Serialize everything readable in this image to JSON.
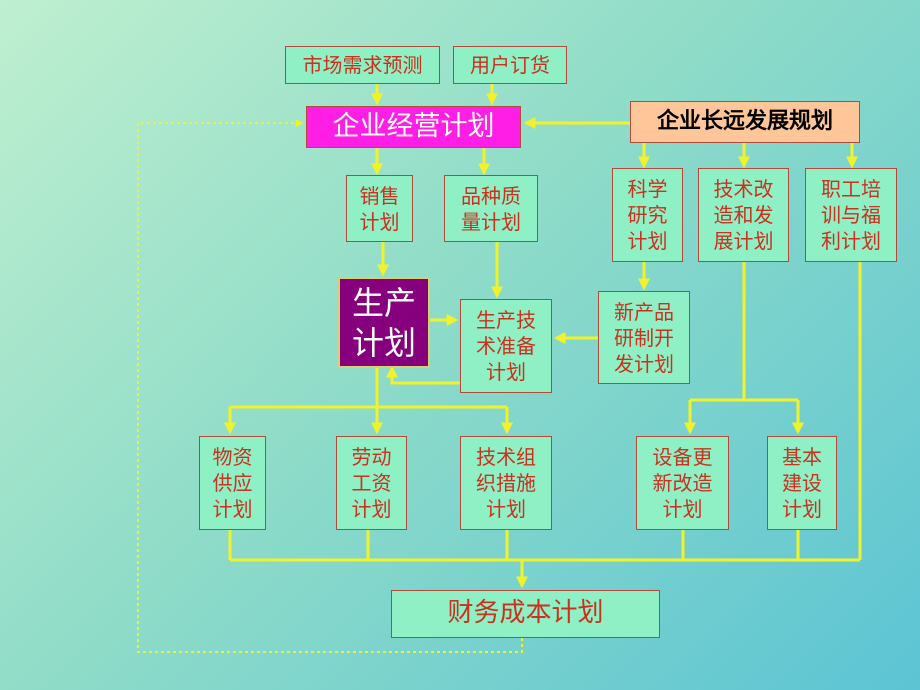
{
  "nodes": {
    "market_forecast": "市场需求预测",
    "user_orders": "用户订货",
    "business_plan": "企业经营计划",
    "long_term_plan": "企业长远发展规划",
    "sales_plan": "销售\n计划",
    "variety_quality_plan": "品种质\n量计划",
    "science_research_plan": "科学\n研究\n计划",
    "tech_renovation_plan": "技术改\n造和发\n展计划",
    "staff_training_plan": "职工培\n训与福\n利计划",
    "production_plan": "生产\n计划",
    "production_tech_prep": "生产技\n术准备\n计划",
    "new_product_plan": "新产品\n研制开\n发计划",
    "material_supply_plan": "物资\n供应\n计划",
    "labor_wage_plan": "劳动\n工资\n计划",
    "tech_org_measures_plan": "技术组\n织措施\n计划",
    "equipment_renewal_plan": "设备更\n新改造\n计划",
    "capital_construction_plan": "基本\n建设\n计划",
    "finance_cost_plan": "财务成本计划"
  },
  "colors": {
    "arrow": "#f2f22a",
    "box_fill": "#8ef0c4",
    "box_text": "#c8321e",
    "business_plan_fill": "#ff1ee6",
    "production_plan_fill": "#86007e",
    "long_term_plan_fill": "#ffc69a"
  }
}
